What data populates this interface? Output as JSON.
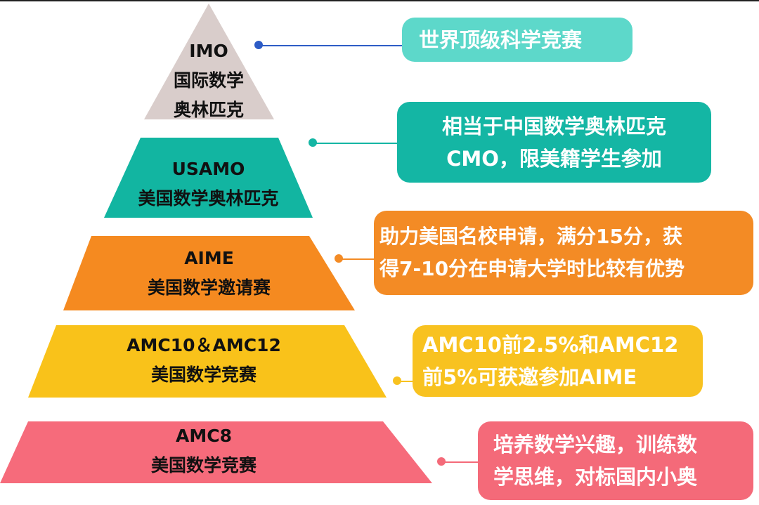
{
  "levels": [
    {
      "title": "IMO",
      "subtitle_lines": [
        "国际数学",
        "奥林匹克"
      ],
      "note_lines": [
        "世界顶级科学竞赛"
      ],
      "color": "#d9cdcb",
      "note_color": "#5dd8ca",
      "dot_color": "#2d5cc6"
    },
    {
      "title": "USAMO",
      "subtitle_lines": [
        "美国数学奥林匹克"
      ],
      "note_lines": [
        "相当于中国数学奥林匹克",
        "CMO，限美籍学生参加"
      ],
      "color": "#12b5a1",
      "note_color": "#14b6a4",
      "dot_color": "#14b6a4"
    },
    {
      "title": "AIME",
      "subtitle_lines": [
        "美国数学邀请赛"
      ],
      "note_lines": [
        "助力美国名校申请，满分15分，获",
        "得7-10分在申请大学时比较有优势"
      ],
      "color": "#f58a20",
      "note_color": "#f38b25",
      "dot_color": "#f38b25"
    },
    {
      "title": "AMC10＆AMC12",
      "subtitle_lines": [
        "美国数学竞赛"
      ],
      "note_lines": [
        "AMC10前2.5%和AMC12",
        "前5%可获邀参加AIME"
      ],
      "color": "#f9c21a",
      "note_color": "#f8c220",
      "dot_color": "#f8c220"
    },
    {
      "title": "AMC8",
      "subtitle_lines": [
        "美国数学竞赛"
      ],
      "note_lines": [
        "培养数学兴趣，训练数",
        "学思维，对标国内小奥"
      ],
      "color": "#f66b7b",
      "note_color": "#f46a79",
      "dot_color": "#f46a79"
    }
  ]
}
